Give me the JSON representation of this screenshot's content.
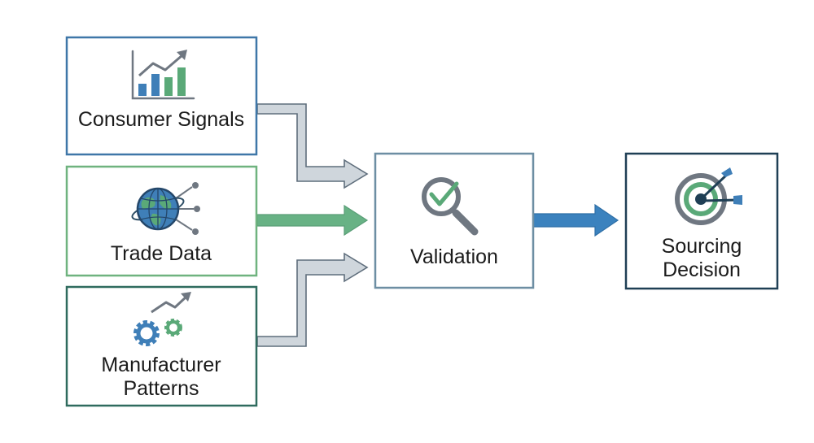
{
  "sources": [
    {
      "id": "consumer-signals",
      "label_lines": [
        "Consumer Signals"
      ],
      "icon": "bar-chart-trend-icon",
      "border_color": "#3f77a8"
    },
    {
      "id": "trade-data",
      "label_lines": [
        "Trade Data"
      ],
      "icon": "globe-network-icon",
      "border_color": "#6fb37f"
    },
    {
      "id": "manufacturer-patterns",
      "label_lines": [
        "Manufacturer",
        "Patterns"
      ],
      "icon": "gears-trend-icon",
      "border_color": "#2f6b5e"
    }
  ],
  "validation": {
    "label_lines": [
      "Validation"
    ],
    "icon": "magnifier-check-icon",
    "border_color": "#6d8ea3"
  },
  "decision": {
    "label_lines": [
      "Sourcing",
      "Decision"
    ],
    "icon": "target-arrows-icon",
    "border_color": "#1f3f55"
  },
  "connectors": [
    {
      "name": "consumer-to-validation-arrow",
      "fill": "#cfd6dc",
      "stroke": "#5f6e7c"
    },
    {
      "name": "trade-to-validation-arrow",
      "fill": "#68b285",
      "stroke": "#5a9e77"
    },
    {
      "name": "manufacturer-to-validation-arrow",
      "fill": "#cfd6dc",
      "stroke": "#5f6e7c"
    },
    {
      "name": "validation-to-decision-arrow",
      "fill": "#3b82be",
      "stroke": "#2f6fa6"
    }
  ],
  "colors": {
    "blue": "#3f7fb8",
    "green": "#5aa978",
    "dark_teal": "#2f6b5e",
    "gray": "#6f7781",
    "navy": "#1f3f55"
  }
}
